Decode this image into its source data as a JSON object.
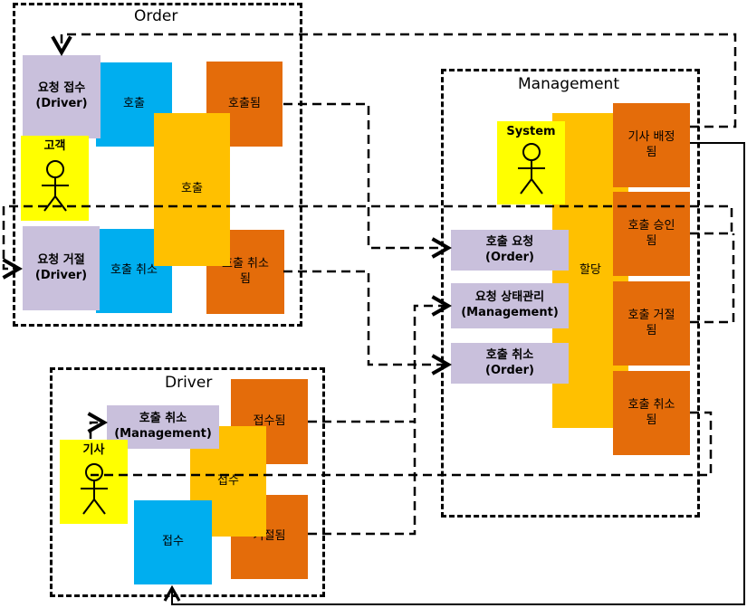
{
  "contexts": {
    "order": {
      "title": "Order"
    },
    "management": {
      "title": "Management"
    },
    "driver": {
      "title": "Driver"
    }
  },
  "order": {
    "policy_accept": "요청 접수\n(Driver)",
    "policy_reject": "요청 거절\n(Driver)",
    "actor_customer": "고객",
    "cmd_call": "호출",
    "cmd_cancel": "호출 취소",
    "agg_call": "호출",
    "evt_called": "호출됨",
    "evt_cancelled": "호출 취소\n됨"
  },
  "management": {
    "actor_system": "System",
    "policy_call_request": "호출 요청\n(Order)",
    "policy_status": "요청 상태관리\n(Management)",
    "policy_cancel": "호출 취소\n(Order)",
    "agg_assign": "할당",
    "evt_assigned": "기사 배정\n됨",
    "evt_approved": "호출 승인\n됨",
    "evt_rejected": "호출 거절\n됨",
    "evt_cancelled": "호출 취소\n됨"
  },
  "driver": {
    "policy_cancel": "호출 취소\n(Management)",
    "actor_driver": "기사",
    "cmd_accept": "접수",
    "agg_accept": "접수",
    "evt_accepted": "접수됨",
    "evt_rejected": "거절됨"
  }
}
